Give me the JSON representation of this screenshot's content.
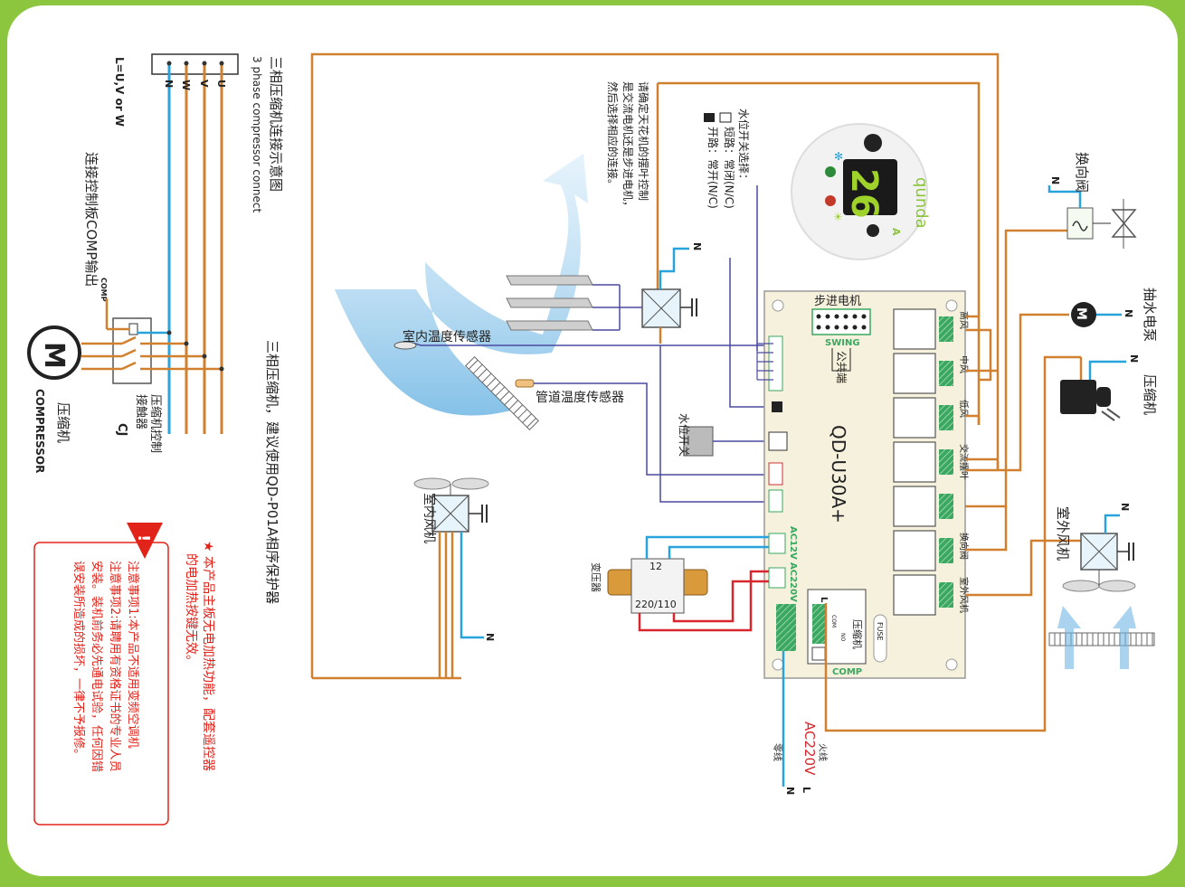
{
  "colors": {
    "frame": "#8cc63f",
    "paper": "#ffffff",
    "orange_wire": "#d0802e",
    "blue_wire": "#29a3dc",
    "purple_wire": "#4a4aa0",
    "red_wire": "#d8262e",
    "board": "#f5f1dc",
    "relay_green": "#3aa860",
    "warning_red": "#e2231a",
    "display_green": "#9fd22a",
    "brand_green": "#8cc63f"
  },
  "three_phase": {
    "title_cn": "三相压缩机连接示意图",
    "title_en": "3 phase compressor connect",
    "terminals": [
      "N",
      "W",
      "V",
      "U"
    ],
    "l_note": "L=U,V or W",
    "comp_output": "连接控制板COMP输出",
    "comp_label": "COMP",
    "contactor_label": "压缩机控制\n接触器",
    "contactor_code": "CJ",
    "compressor_cn": "压缩机",
    "compressor_en": "COMPRESSOR",
    "recommend": "三相压缩机，建议使用QD-P01A相序保护器"
  },
  "notices": {
    "star_note": "★ 本产品主板无电加热功能，配套遥控器\n的电加热按键无效。",
    "note1": "注意事项1:本产品不适用变频空调机",
    "note2": "注意事项2:请聘用有资格证书的专业人员",
    "note3": "安装。装机前务必先通电试验，任何因错",
    "note4": "误安装所造成的损坏，一律不予报修。"
  },
  "indoor": {
    "swing_note": "请确定天花机的摆叶控制\n是交流电机还是步进电机，\n然后选择相应的连接。",
    "indoor_sensor": "室内温度传感器",
    "pipe_sensor": "管道温度传感器",
    "indoor_fan": "室内风机",
    "water_switch": "水位开关",
    "n_label": "N"
  },
  "water_switch_select": {
    "title": "水位开关选择：",
    "short": "短路：常闭(N/C)",
    "open": "开路：常开(N/C)"
  },
  "display": {
    "brand": "qunda",
    "value": "26",
    "unit": "A"
  },
  "board": {
    "model": "QD-U30A+",
    "stepper": "步进电机",
    "swing": "SWING",
    "common": "公共端",
    "relays": [
      "高风",
      "中风",
      "低风",
      "交流摆叶",
      "",
      "换向阀",
      "室外风机"
    ],
    "ac12": "AC12V",
    "ac220": "AC220V",
    "comp_block": "压缩机",
    "comp_terms": [
      "COM",
      "NO"
    ],
    "comp_label": "COMP",
    "l_label": "L",
    "fuse": "FUSE"
  },
  "transformer": {
    "label": "变压器",
    "top": "12",
    "bottom": "220/110"
  },
  "outdoor": {
    "reversing_valve": "换向阀",
    "pump": "抽水电泵",
    "compressor": "压缩机",
    "outdoor_fan": "室外风机",
    "n_label": "N"
  },
  "power": {
    "live_cn": "火线",
    "neutral_cn": "零线",
    "ac": "AC220V",
    "l": "L",
    "n": "N"
  }
}
